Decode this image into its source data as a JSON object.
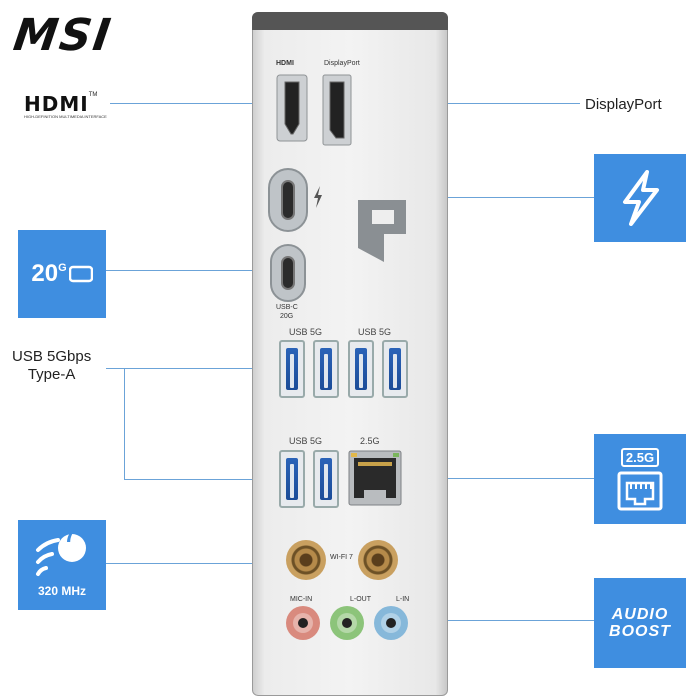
{
  "brand": "MSI",
  "hdmi_logo": {
    "text": "HDMI",
    "tm": "TM",
    "sub": "HIGH-DEFINITION MULTIMEDIA INTERFACE"
  },
  "panel_labels": {
    "hdmi": "HDMI",
    "displayport": "DisplayPort",
    "usbc_top": "USB-C",
    "usbc_bottom": "20G",
    "usb5g_a": "USB 5G",
    "usb5g_b": "USB 5G",
    "usb5g_c": "USB 5G",
    "lan": "2.5G",
    "wifi": "WI-FI 7",
    "mic_in": "MIC-IN",
    "l_out": "L-OUT",
    "l_in": "L-IN"
  },
  "callouts": {
    "displayport": "DisplayPort",
    "usb_a": "USB 5Gbps\nType-A",
    "usbc_speed": "20",
    "usbc_speed_unit": "G",
    "lan_speed": "2.5G",
    "wifi_version": "7",
    "wifi_band": "320 MHz",
    "audio_line1": "AUDIO",
    "audio_line2": "BOOST"
  },
  "colors": {
    "tile_blue": "#3f8ee0",
    "line_blue": "#6ba3d8",
    "usb_blue": "#1f55a6",
    "mic_pink": "#d98a7e",
    "lout_green": "#8cc47a",
    "lin_blue": "#86b8da"
  },
  "icons": [
    "thunderbolt-icon",
    "usbc-20g-icon",
    "ethernet-2-5g-icon",
    "wifi-7-icon",
    "audio-boost-icon"
  ]
}
